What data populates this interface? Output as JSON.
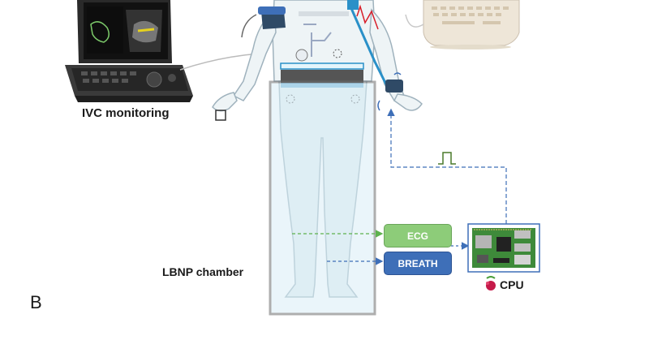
{
  "labels": {
    "ivc_monitoring": "IVC monitoring",
    "lbnp_chamber": "LBNP chamber",
    "panel_letter": "B",
    "cpu": "CPU"
  },
  "signals": {
    "ecg": "ECG",
    "breath": "BREATH"
  },
  "colors": {
    "ecg_box": "#8dcc79",
    "breath_box": "#3e6fb8",
    "dashed_line": "#3e6fb8",
    "chamber_fill": "#e3f3fa",
    "ultrasound_screen": "#111111",
    "raspberry": "#c51a4a"
  },
  "icons": [
    "ultrasound-machine-icon",
    "human-figure-icon",
    "bp-cuff-icon",
    "ecg-electrode-icon",
    "pulse-signal-icon",
    "raspberry-pi-board-icon",
    "raspberry-logo-icon",
    "laptop-device-icon"
  ]
}
